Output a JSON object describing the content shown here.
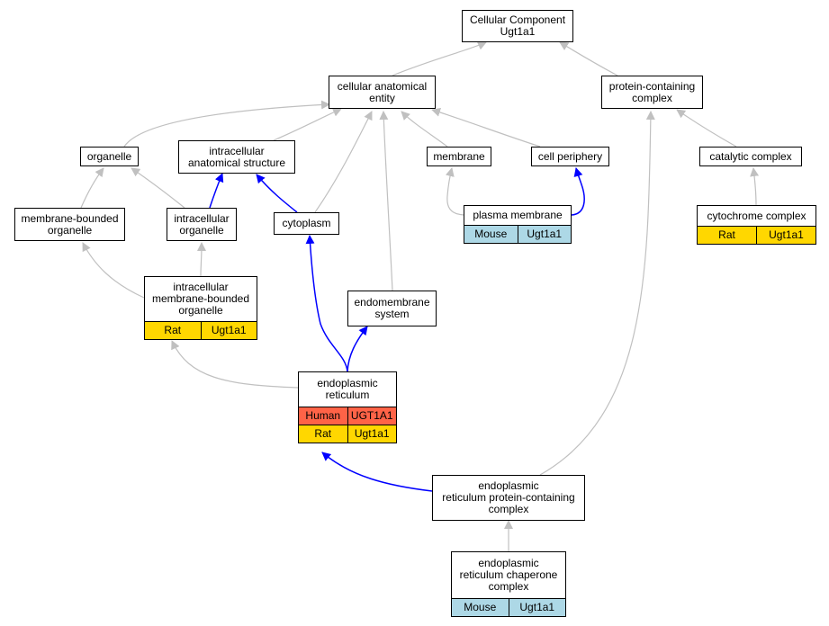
{
  "colors": {
    "gray_edge": "#c0c0c0",
    "blue_edge": "#0000ff",
    "human": "#ff6347",
    "rat": "#ffd700",
    "mouse": "#add8e6"
  },
  "nodes": {
    "root": {
      "lines": [
        "Cellular Component",
        "Ugt1a1"
      ]
    },
    "cellular_anatomical_entity": {
      "lines": [
        "cellular anatomical",
        "entity"
      ]
    },
    "protein_containing_complex": {
      "lines": [
        "protein-containing",
        "complex"
      ]
    },
    "organelle": {
      "lines": [
        "organelle"
      ]
    },
    "intracellular_anatomical_structure": {
      "lines": [
        "intracellular",
        "anatomical structure"
      ]
    },
    "membrane": {
      "lines": [
        "membrane"
      ]
    },
    "cell_periphery": {
      "lines": [
        "cell periphery"
      ]
    },
    "catalytic_complex": {
      "lines": [
        "catalytic complex"
      ]
    },
    "membrane_bounded_organelle": {
      "lines": [
        "membrane-bounded",
        "organelle"
      ]
    },
    "intracellular_organelle": {
      "lines": [
        "intracellular",
        "organelle"
      ]
    },
    "cytoplasm": {
      "lines": [
        "cytoplasm"
      ]
    },
    "plasma_membrane": {
      "lines": [
        "plasma membrane"
      ],
      "rows": [
        [
          "Mouse",
          "Ugt1a1"
        ]
      ]
    },
    "cytochrome_complex": {
      "lines": [
        "cytochrome complex"
      ],
      "rows": [
        [
          "Rat",
          "Ugt1a1"
        ]
      ]
    },
    "intracellular_membrane_bounded_organelle": {
      "lines": [
        "intracellular",
        "membrane-bounded",
        "organelle"
      ],
      "rows": [
        [
          "Rat",
          "Ugt1a1"
        ]
      ]
    },
    "endomembrane_system": {
      "lines": [
        "endomembrane",
        "system"
      ]
    },
    "endoplasmic_reticulum": {
      "lines": [
        "endoplasmic",
        "reticulum"
      ],
      "rows": [
        [
          "Human",
          "UGT1A1"
        ],
        [
          "Rat",
          "Ugt1a1"
        ]
      ]
    },
    "er_protein_containing_complex": {
      "lines": [
        "endoplasmic",
        "reticulum protein-containing",
        "complex"
      ]
    },
    "er_chaperone_complex": {
      "lines": [
        "endoplasmic",
        "reticulum chaperone",
        "complex"
      ],
      "rows": [
        [
          "Mouse",
          "Ugt1a1"
        ]
      ]
    }
  }
}
